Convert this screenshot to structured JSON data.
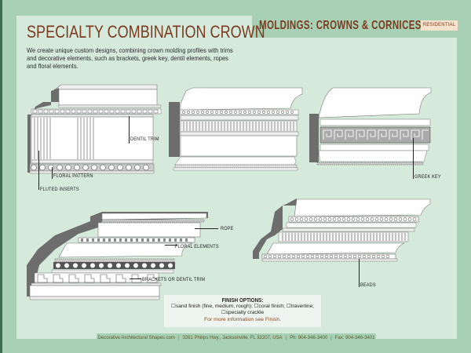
{
  "header": {
    "page_title": "SPECIALTY COMBINATION CROWN",
    "section_title": "MOLDINGS: CROWNS & CORNICES.",
    "badge": "RESIDENTIAL"
  },
  "intro": {
    "text": "We create unique custom designs, combining crown molding profiles with trims and decorative elements, such as brackets, greek key, dentil elements, ropes and floral elements."
  },
  "callouts": {
    "dentil_trim": "DENTIL TRIM",
    "floral_pattern": "FLORAL PATTERN",
    "fluted_inserts": "FLUTED INSERTS",
    "greek_key": "GREEK KEY",
    "rope": "ROPE",
    "floral_elements": "FLORAL ELEMENTS",
    "brackets_or_dentil_trim": "BRACKETS OR DENTIL TRIM",
    "beads": "BEADS"
  },
  "finish": {
    "title": "FINISH OPTIONS:",
    "line1": "☐sand finish (fine, medium, rough); ☐coral finish; ☐travertine;",
    "line2": "☐specialty crackle",
    "link": "For more information see Finish."
  },
  "footer": {
    "site": "Decorative Architectural Shapes.com",
    "address": "3261 Philips Hwy., Jacksonville, FL 32207, USA",
    "phone": "Ph: 904-346-3400",
    "fax": "Fax: 904-346-3401"
  },
  "colors": {
    "background": "#a8d0b4",
    "panel": "#d6eadc",
    "title": "#7a3b20",
    "badge_bg": "#f7e2cc"
  }
}
